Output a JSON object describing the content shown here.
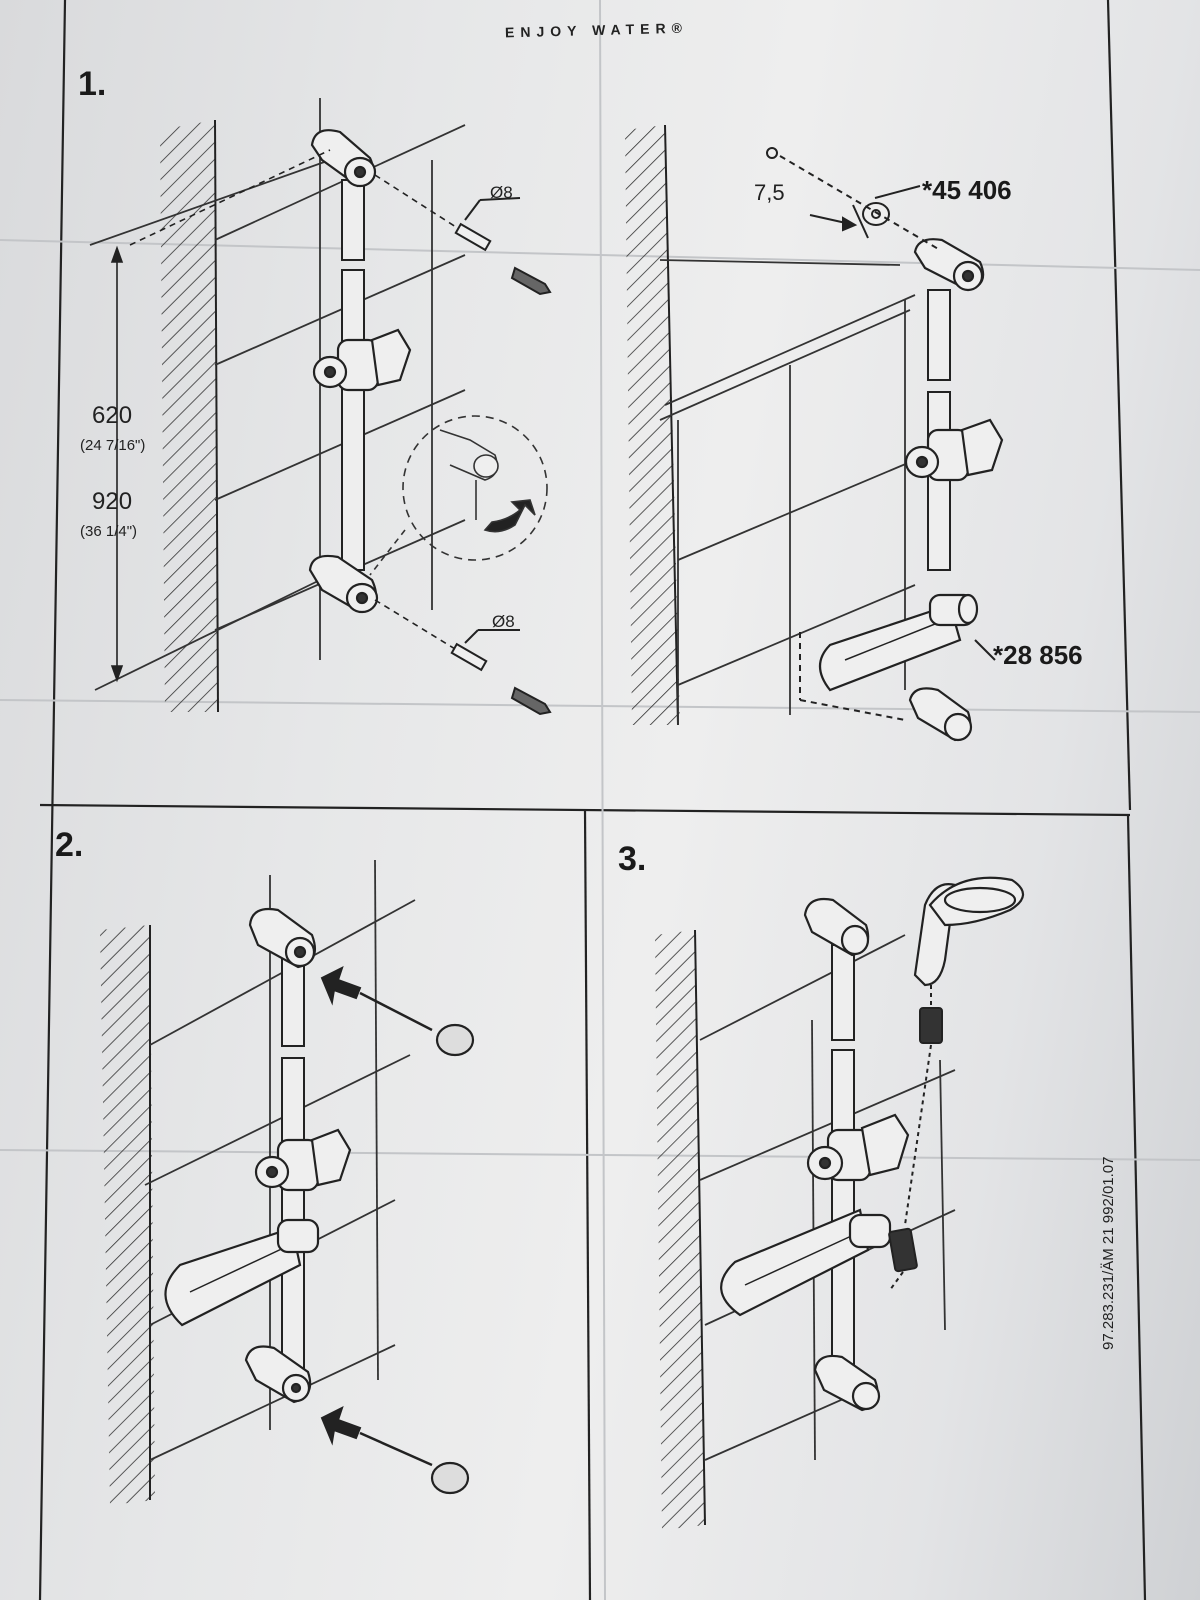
{
  "header": {
    "brand_text": "ENJOY WATER®"
  },
  "panels": [
    {
      "label": "1."
    },
    {
      "label": "2."
    },
    {
      "label": "3."
    }
  ],
  "panel1": {
    "dim_620": "620",
    "dim_620_inch": "(24 7/16\")",
    "dim_920": "920",
    "dim_920_inch": "(36 1/4\")",
    "drill_top": "Ø8",
    "drill_bottom": "Ø8",
    "offset": "7,5",
    "part_a": "*45 406",
    "part_b": "*28 856"
  },
  "footer": {
    "doc_ref": "97.283.231/ÄM 21 992/01.07"
  },
  "colors": {
    "paper": "#eeeeee",
    "ink": "#1d1d1d",
    "fold": "#bfc1c4"
  }
}
